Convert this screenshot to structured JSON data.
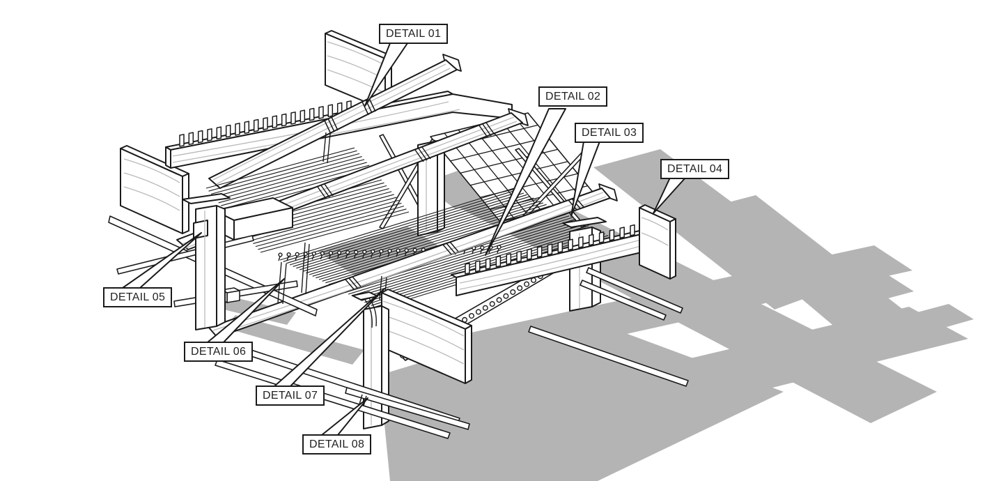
{
  "callouts": [
    {
      "id": "detail-01",
      "label": "DETAIL 01"
    },
    {
      "id": "detail-02",
      "label": "DETAIL 02"
    },
    {
      "id": "detail-03",
      "label": "DETAIL 03"
    },
    {
      "id": "detail-04",
      "label": "DETAIL 04"
    },
    {
      "id": "detail-05",
      "label": "DETAIL 05"
    },
    {
      "id": "detail-06",
      "label": "DETAIL 06"
    },
    {
      "id": "detail-07",
      "label": "DETAIL 07"
    },
    {
      "id": "detail-08",
      "label": "DETAIL 08"
    }
  ],
  "colors": {
    "line": "#1a1a1a",
    "grain": "#b9b9b9",
    "shadow": "#b4b4b4",
    "bg": "#ffffff",
    "label": "#1f1f1f"
  }
}
